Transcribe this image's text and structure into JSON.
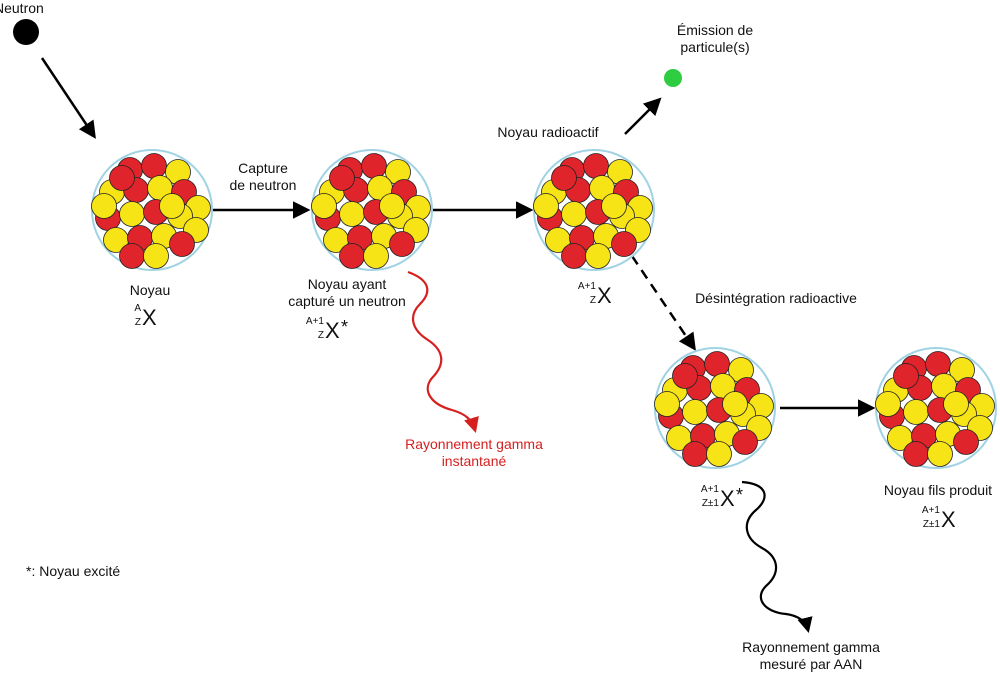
{
  "labels": {
    "neutron": "Neutron",
    "capture": "Capture\nde neutron",
    "noyau": "Noyau",
    "noyau_capture": "Noyau ayant\ncapturé un neutron",
    "noyau_radioactif": "Noyau radioactif",
    "emission": "Émission de\nparticule(s)",
    "desintegration": "Désintégration radioactive",
    "gamma_instantane": "Rayonnement gamma\ninstantané",
    "noyau_fils": "Noyau fils produit",
    "gamma_aan": "Rayonnement gamma\nmesuré par AAN",
    "note": "*: Noyau excité"
  },
  "isotopes": {
    "target": {
      "mass": "A",
      "charge": "Z",
      "symbol": "X",
      "star": ""
    },
    "compound": {
      "mass": "A+1",
      "charge": "Z",
      "symbol": "X",
      "star": "*"
    },
    "radioactive": {
      "mass": "A+1",
      "charge": "Z",
      "symbol": "X",
      "star": ""
    },
    "excited_daughter": {
      "mass": "A+1",
      "charge": "Z±1",
      "symbol": "X",
      "star": "*"
    },
    "daughter": {
      "mass": "A+1",
      "charge": "Z±1",
      "symbol": "X",
      "star": ""
    }
  },
  "colors": {
    "proton": "#e0242c",
    "neutron_ball": "#f7e417",
    "neutron_particle": "#000000",
    "emitted_particle": "#2ecc40",
    "nucleus_ring": "#9fd3e3",
    "prompt_gamma": "#d62020",
    "delayed_gamma": "#000000"
  }
}
